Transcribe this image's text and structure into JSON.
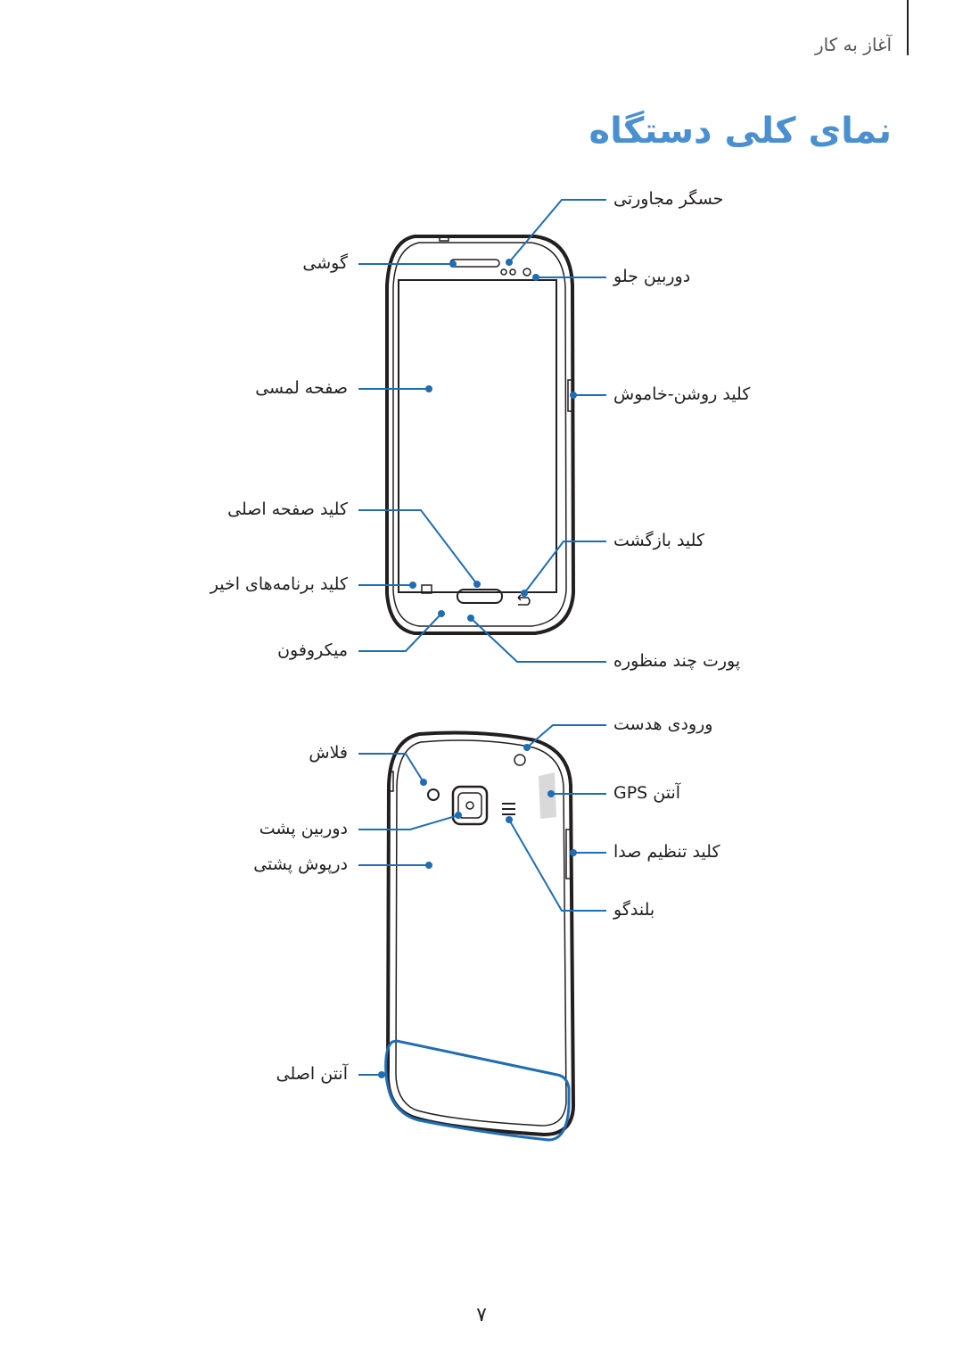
{
  "header": {
    "section": "آغاز به کار"
  },
  "title": "نمای کلی دستگاه",
  "front_labels": {
    "proximity_sensor": "حسگر مجاورتی",
    "earpiece": "گوشی",
    "front_camera": "دوربین جلو",
    "touch_screen": "صفحه لمسی",
    "volume_key": "کلید روشن-خاموش",
    "home_key": "کلید صفحه اصلی",
    "back_key": "کلید بازگشت",
    "recent_apps_key": "کلید برنامه‌های اخیر",
    "microphone": "میکروفون",
    "multipurpose_jack": "پورت چند منظوره"
  },
  "back_labels": {
    "headset_jack": "ورودی هدست",
    "flash": "فلاش",
    "gps_antenna": "آنتن GPS",
    "rear_camera": "دوربین پشت",
    "volume_key": "کلید تنظیم صدا",
    "back_cover": "درپوش پشتی",
    "speaker": "بلندگو",
    "main_antenna": "آنتن اصلی"
  },
  "colors": {
    "accent": "#4a90d0",
    "callout": "#1f6db3",
    "outline": "#231f20",
    "gps": "#d9d9d9"
  },
  "page_number": "۷"
}
